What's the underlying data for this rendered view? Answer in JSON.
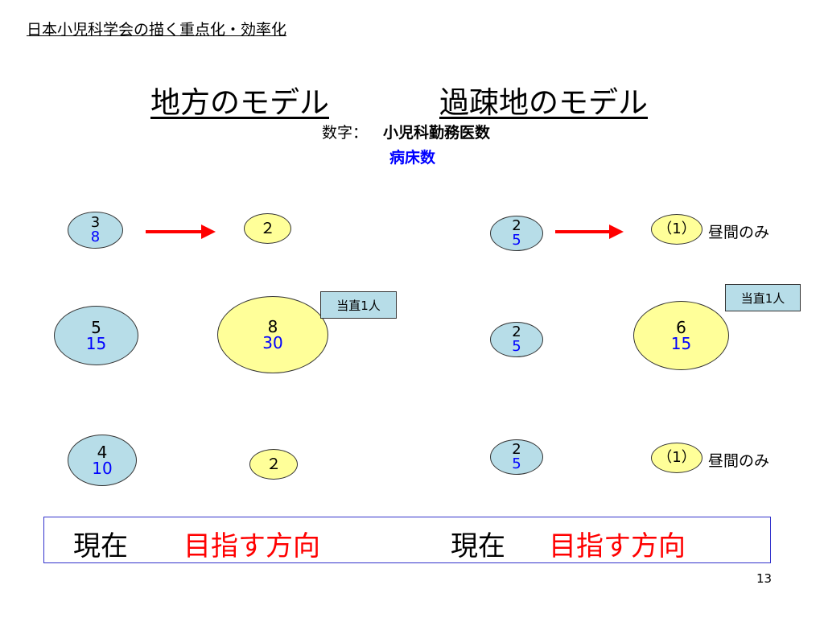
{
  "slide": {
    "header": "日本小児科学会の描く重点化・効率化",
    "title_left": "地方のモデル",
    "title_right": "過疎地のモデル",
    "legend_label": "数字：",
    "legend_doctors": "小児科勤務医数",
    "legend_beds": "病床数",
    "page_number": "13"
  },
  "colors": {
    "current_fill": "#b7dde8",
    "target_fill": "#ffff99",
    "beds_text": "#0000ff",
    "arrow": "#ff0000",
    "footer_accent": "#ff0000",
    "footer_border": "#3333cc"
  },
  "regional": {
    "current": [
      {
        "doctors": "3",
        "beds": "8"
      },
      {
        "doctors": "5",
        "beds": "15"
      },
      {
        "doctors": "4",
        "beds": "10"
      }
    ],
    "target": [
      {
        "doctors": "２",
        "beds": ""
      },
      {
        "doctors": "8",
        "beds": "30"
      },
      {
        "doctors": "２",
        "beds": ""
      }
    ],
    "on_call": "当直1人"
  },
  "rural": {
    "current": [
      {
        "doctors": "2",
        "beds": "5"
      },
      {
        "doctors": "2",
        "beds": "5"
      },
      {
        "doctors": "2",
        "beds": "5"
      }
    ],
    "target": [
      {
        "doctors": "（1）",
        "beds": "",
        "note": "昼間のみ"
      },
      {
        "doctors": "6",
        "beds": "15",
        "note": ""
      },
      {
        "doctors": "（1）",
        "beds": "",
        "note": "昼間のみ"
      }
    ],
    "on_call": "当直1人"
  },
  "footer": {
    "current_left": "現在",
    "target_left": "目指す方向",
    "current_right": "現在",
    "target_right": "目指す方向"
  }
}
